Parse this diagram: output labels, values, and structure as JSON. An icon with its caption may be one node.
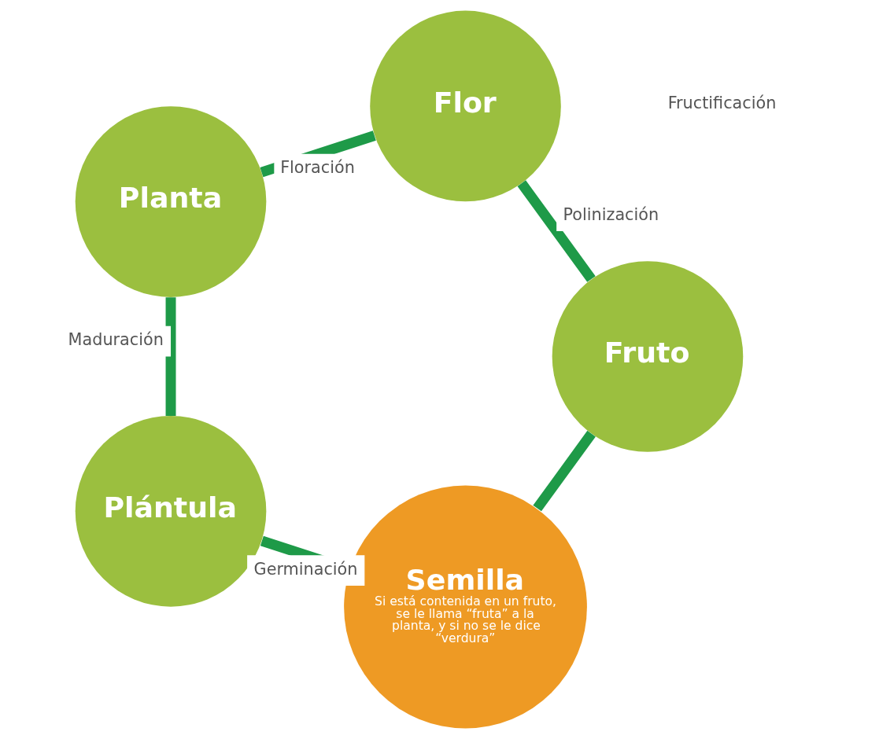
{
  "diagram": {
    "nodes": [
      {
        "text": [
          "Semilla",
          "Si está contenida en un fruto, se le llama “fruta” a la planta, y si no se le dice “verdura”"
        ]
      },
      {
        "text": [
          "Plántula"
        ]
      },
      {
        "text": [
          "Planta"
        ]
      },
      {
        "text": [
          "Flor"
        ]
      },
      {
        "text": [
          "Fruto"
        ]
      }
    ],
    "edges": [
      {
        "from": 0,
        "to": 1,
        "arrow": "none",
        "label": "Germinación"
      },
      {
        "from": 1,
        "to": 2,
        "arrow": "none",
        "label": "Maduración"
      },
      {
        "from": 2,
        "to": 3,
        "arrow": "none",
        "label": "Floración"
      },
      {
        "from": 3,
        "to": 4,
        "arrow": "none",
        "label": "Polinización"
      },
      {
        "from": 4,
        "to": 0,
        "arrow": "none"
      }
    ],
    "labels": [
      "Fructificación"
    ]
  }
}
